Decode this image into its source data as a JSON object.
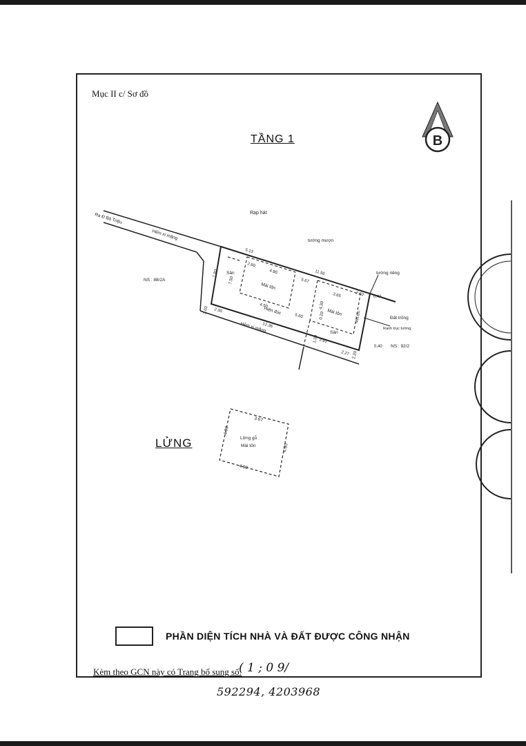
{
  "document": {
    "section_header": "Mục II c/ Sơ đồ",
    "north_letter": "B",
    "floor1_title": "TẦNG 1",
    "mezzanine_title": "LỬNG",
    "legend_text": "PHẦN DIỆN TÍCH NHÀ VÀ ĐẤT ĐƯỢC CÔNG NHẬN",
    "footer_text": "Kèm theo GCN này có Trang bổ sung số:",
    "handwritten_1": "( 1 ; 0 9/",
    "handwritten_2": "592294, 4203968"
  },
  "plan": {
    "rap_hat": "Rạp hát",
    "road_label": "Ra Đ Bà Triệu",
    "alley_top": "Hẻm xi măng",
    "alley_bottom": "Hẻm xi măng",
    "ns_left": "NS : 88/2A",
    "ns_right": "NS : 92/2",
    "tuong_muon": "tường mượn",
    "tuong_rieng": "tường riêng",
    "dat_trong": "Đất trống",
    "ranh_truc_tuong": "Ranh trục tường",
    "san_1": "Sân",
    "san_2": "Sân",
    "mai_ton_1": "Mái tôn",
    "mai_ton_2": "Mái tôn",
    "mai_ton_side": "Mái tôn",
    "hien_duc": "Hiên đúc",
    "dims": {
      "top_5_13": "5.13",
      "top_11_56": "11.56",
      "d_2_60": "2.60",
      "d_4_90a": "4.90",
      "d_5_67": "5.67",
      "d_2_60b": "2.60",
      "d_7_80": "7.80",
      "d_7_50": "7.50",
      "d_0_41": "0.41",
      "d_4_50": "4.50",
      "d_5_60": "5.60",
      "d_3_65": "3.65",
      "d_2_03": "2.03",
      "d_2_30": "2.30",
      "d_12_36": "12.36",
      "d_3_91": "3.91",
      "d_2_27": "2.27",
      "d_0_40": "0.40",
      "d_2_20": "2.20",
      "d_0_20": "0.20",
      "d_4_30": "4.30",
      "d_1_30": "1.30"
    }
  },
  "mezzanine": {
    "label_1": "Lửng gỗ",
    "label_2": "Mái tôn",
    "d_top": "3.67",
    "d_bottom": "4.90",
    "d_left": "4.90",
    "d_right": "4.90"
  }
}
